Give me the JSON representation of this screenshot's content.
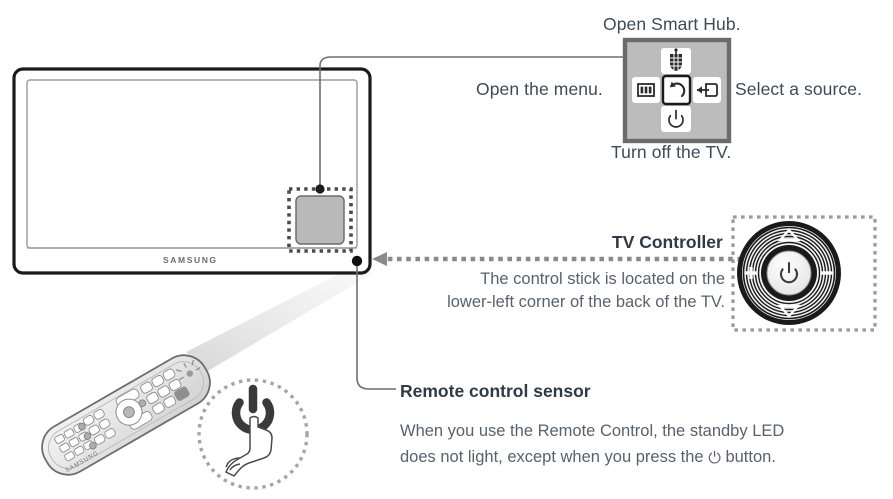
{
  "diagram": {
    "title_sr": "Samsung TV controller and remote control sensor diagram",
    "tv": {
      "brand_logo": "SAMSUNG",
      "controller_zone_label": "tv-controller-zone"
    },
    "controller_panel": {
      "top_label": "Open Smart Hub.",
      "left_label": "Open the menu.",
      "right_label": "Select a source.",
      "bottom_label": "Turn off the TV.",
      "buttons": [
        {
          "id": "smart-hub",
          "icon": "smart-hub-icon",
          "position": "top"
        },
        {
          "id": "menu",
          "icon": "menu-icon",
          "position": "left"
        },
        {
          "id": "return",
          "icon": "return-icon",
          "position": "center",
          "selected": true
        },
        {
          "id": "source",
          "icon": "source-icon",
          "position": "right"
        },
        {
          "id": "power",
          "icon": "power-icon",
          "position": "bottom"
        }
      ],
      "panel_fill": "#bcbcbd",
      "panel_border": "#6b6b6b",
      "button_fill": "#ffffff"
    },
    "tv_controller_callout": {
      "heading": "TV Controller",
      "body_line_1": "The control stick is located on the",
      "body_line_2": "lower-left corner of the back of the TV."
    },
    "remote_sensor_callout": {
      "heading": "Remote control sensor",
      "body_line_1": "When you use the Remote Control, the standby LED",
      "body_line_2_pre": "does not light, except when you press the",
      "body_line_2_icon": "power-icon",
      "body_line_2_post": "button."
    },
    "remote": {
      "brand_logo": "SAMSUNG",
      "name": "remote-control-illustration"
    },
    "hand_press": {
      "name": "hand-pressing-power-button",
      "icon": "power-icon"
    },
    "colors": {
      "text_dark": "#3f4a58",
      "text_body": "#58626e",
      "line": "#6f6f6f",
      "panel_gray": "#bcbcbd",
      "zone_gray": "#b9b9ba"
    }
  }
}
